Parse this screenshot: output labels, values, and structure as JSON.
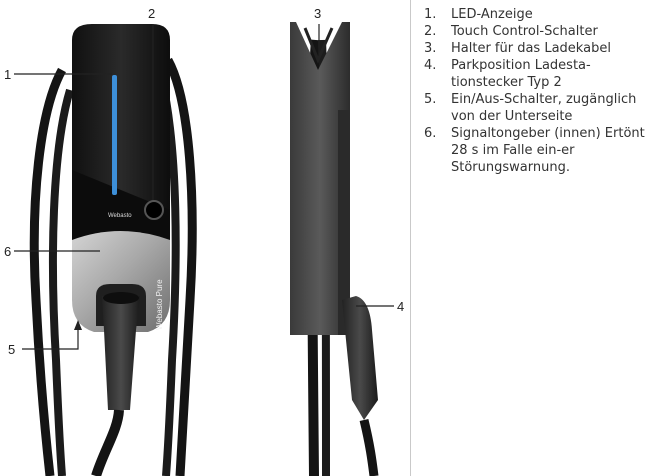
{
  "callouts": {
    "c1": "1",
    "c2": "2",
    "c3": "3",
    "c4": "4",
    "c5": "5",
    "c6": "6"
  },
  "device": {
    "brand_small": "Webasto",
    "brand_side": "Webasto Pure"
  },
  "legend": [
    {
      "number": "1.",
      "text": "LED-Anzeige"
    },
    {
      "number": "2.",
      "text": "Touch Control-Schalter"
    },
    {
      "number": "3.",
      "text": "Halter für das Ladekabel"
    },
    {
      "number": "4.",
      "text": "Parkposition Ladesta-tionstecker Typ 2"
    },
    {
      "number": "5.",
      "text": "Ein/Aus-Schalter, zugänglich von der Unterseite"
    },
    {
      "number": "6.",
      "text": "Signaltongeber (innen) Ertönt 28 s im Falle ein-er Störungswarnung."
    }
  ],
  "colors": {
    "housing": "#1a1a1a",
    "led": "#3d8fd8",
    "cover_light": "#b9b9b9",
    "cable": "#141414"
  }
}
